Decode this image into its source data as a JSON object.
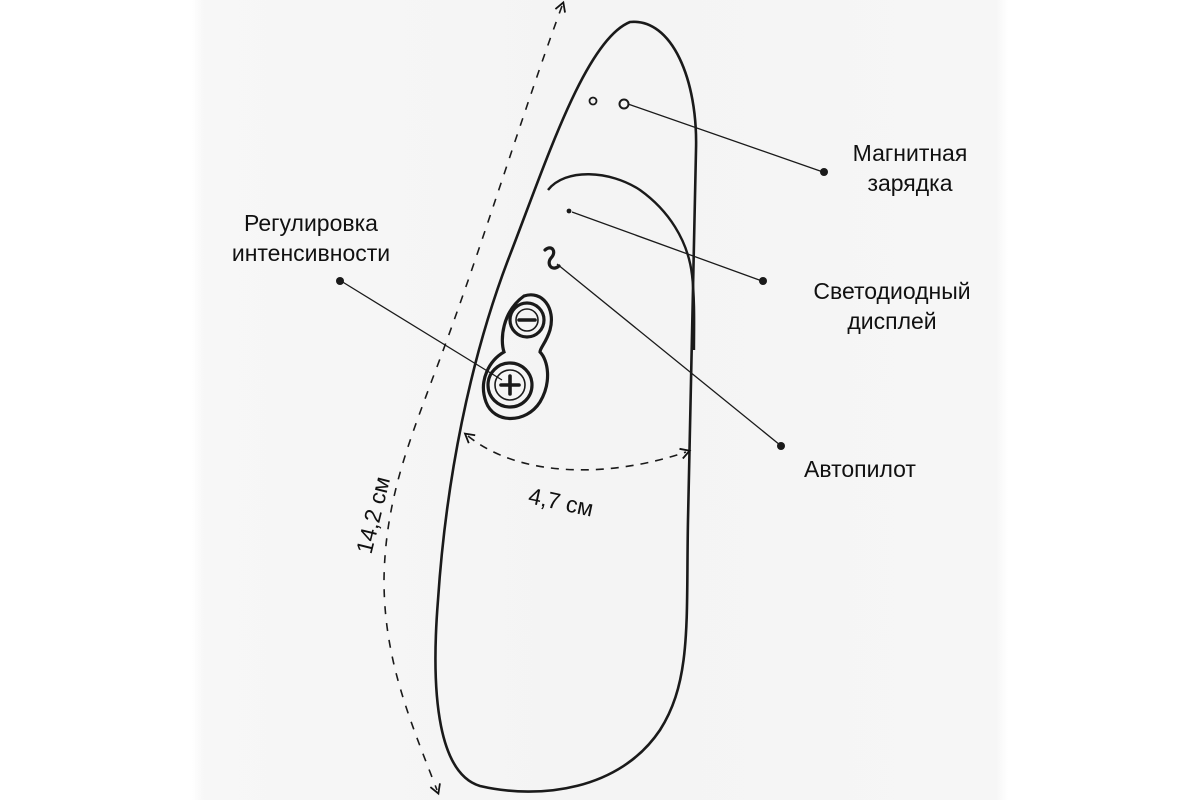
{
  "callouts": {
    "magnetic_charging": [
      "Магнитная",
      "зарядка"
    ],
    "led_display": [
      "Светодиодный",
      "дисплей"
    ],
    "autopilot": "Автопилот",
    "intensity_control": [
      "Регулировка",
      "интенсивности"
    ]
  },
  "dimensions": {
    "width": "4,7 см",
    "length": "14,2 см"
  },
  "buttons": {
    "minus_symbol": "−",
    "plus_symbol": "+"
  }
}
